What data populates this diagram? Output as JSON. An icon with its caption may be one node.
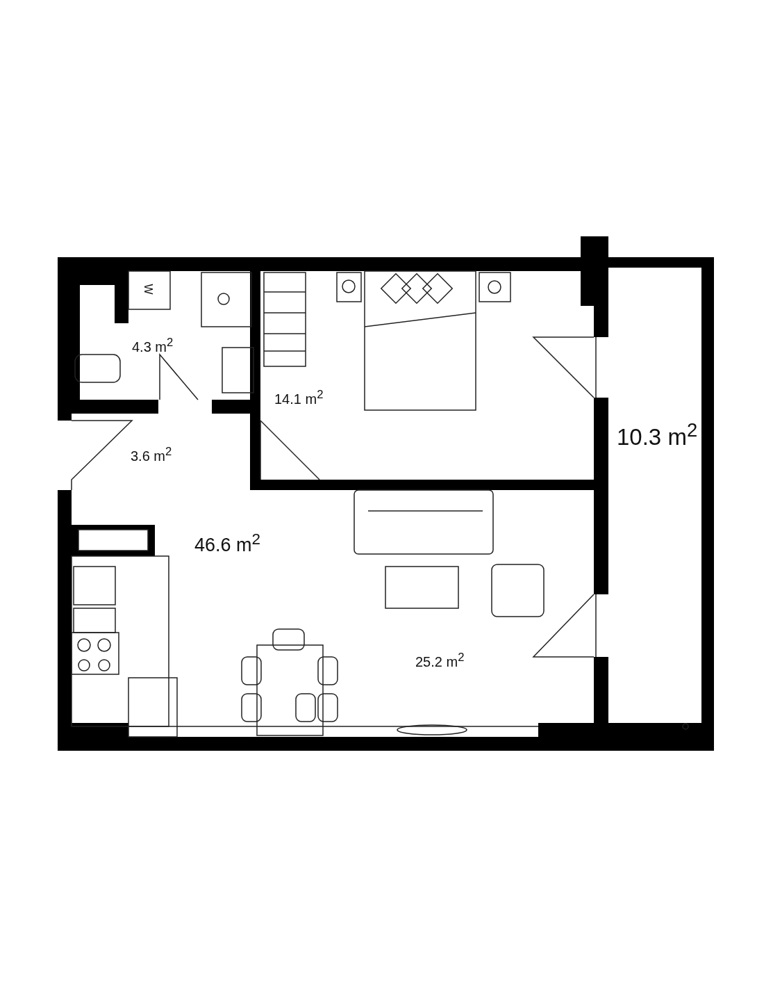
{
  "diagram": {
    "labels": [
      "W",
      "4.3 m$^{2}$",
      "14.1 m$^{2}$",
      "10.3 m$^{2}$",
      "3.6 m$^{2}$",
      "46.6 m$^{2}$",
      "25.2 m$^{2}$"
    ]
  }
}
